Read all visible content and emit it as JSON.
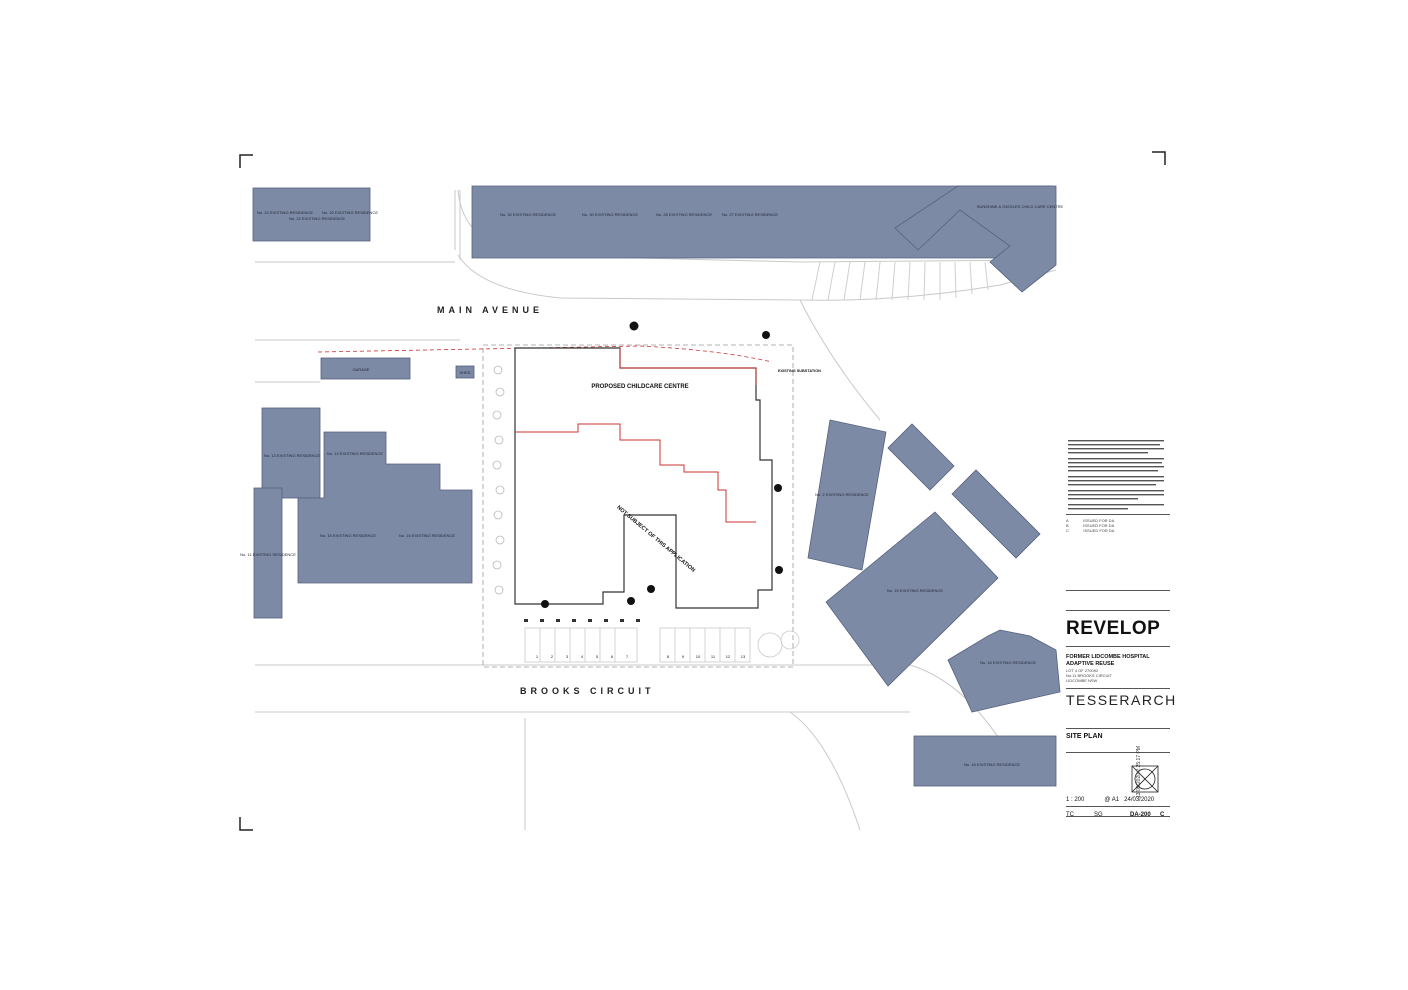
{
  "streets": {
    "main_avenue": "MAIN AVENUE",
    "brooks_circuit": "BROOKS CIRCUIT"
  },
  "site": {
    "proposed_label": "PROPOSED CHILDCARE CENTRE",
    "not_subject_label": "NOT SUBJECT OF THIS APPLICATION",
    "garage": "GARAGE",
    "shed": "SHED",
    "substation": "EXISTING SUBSTATION",
    "parking_numbers": [
      "1",
      "2",
      "3",
      "4",
      "5",
      "6",
      "7",
      "8",
      "9",
      "10",
      "11",
      "12",
      "13"
    ]
  },
  "buildings": [
    {
      "id": "b1",
      "label": "No. 24 EXISTING RESIDENCE"
    },
    {
      "id": "b2",
      "label": "No. 22 EXISTING RESIDENCE"
    },
    {
      "id": "b3",
      "label": "No. 20 EXISTING RESIDENCE"
    },
    {
      "id": "b4",
      "label": "No. 32 EXISTING RESIDENCE"
    },
    {
      "id": "b5",
      "label": "No. 30 EXISTING RESIDENCE"
    },
    {
      "id": "b6",
      "label": "No. 28 EXISTING RESIDENCE"
    },
    {
      "id": "b7",
      "label": "No. 27 EXISTING RESIDENCE"
    },
    {
      "id": "b8",
      "label": "SUNSHINE & GIGGLES CHILD CARE CENTRE"
    },
    {
      "id": "b9",
      "label": "No. 13 EXISTING RESIDENCE"
    },
    {
      "id": "b10",
      "label": "No. 14 EXISTING RESIDENCE"
    },
    {
      "id": "b11",
      "label": "No. 15 EXISTING RESIDENCE"
    },
    {
      "id": "b12",
      "label": "No. 16 EXISTING RESIDENCE"
    },
    {
      "id": "b13",
      "label": "No. 11 EXISTING RESIDENCE"
    },
    {
      "id": "b14",
      "label": "No. 2 EXISTING RESIDENCE"
    },
    {
      "id": "b15",
      "label": "No. 15 EXISTING RESIDENCE"
    },
    {
      "id": "b16",
      "label": "No. 16 EXISTING RESIDENCE"
    },
    {
      "id": "b17",
      "label": "No. 16 EXISTING RESIDENCE"
    }
  ],
  "title_block": {
    "client": "REVELOP",
    "project": [
      "FORMER LIDCOMBE HOSPITAL",
      "ADAPTIVE REUSE"
    ],
    "lot": [
      "LOT 4 OF 270092",
      "No.11 BROOKS CIRCUIT",
      "LIDCOMBE NSW"
    ],
    "architect": "TESSERARCH",
    "drawing_title": "SITE PLAN",
    "scale": "1 : 200",
    "sheet_size": "@ A1",
    "date": "24/03/2020",
    "drawn": "TC",
    "checked": "SG",
    "drawing_number": "DA-200",
    "revision": "C",
    "timestamp": "13/05/2020 2:25:17 PM",
    "revisions": [
      {
        "rev": "A",
        "desc": "ISSUED FOR DA"
      },
      {
        "rev": "B",
        "desc": "ISSUED FOR DA"
      },
      {
        "rev": "C",
        "desc": "ISSUED FOR DA"
      }
    ]
  },
  "colors": {
    "building_fill": "#7d8aa6",
    "building_stroke": "#55627e",
    "boundary_red": "#cc3333"
  }
}
